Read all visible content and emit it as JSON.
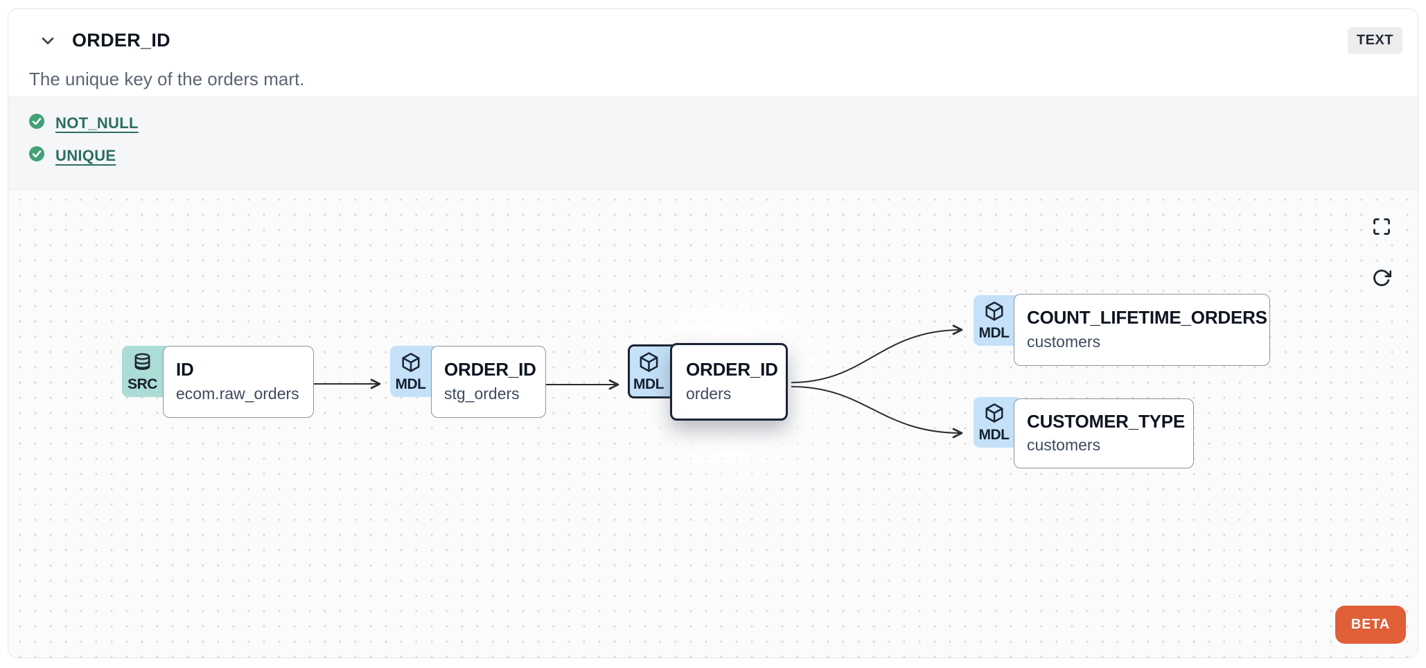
{
  "panel": {
    "title": "ORDER_ID",
    "description": "The unique key of the orders mart.",
    "type_badge": "TEXT"
  },
  "tests": {
    "items": [
      {
        "label": "NOT_NULL",
        "status": "passed"
      },
      {
        "label": "UNIQUE",
        "status": "passed"
      }
    ]
  },
  "lineage": {
    "beta_label": "BETA",
    "controls": [
      {
        "icon": "fullscreen-icon"
      },
      {
        "icon": "refresh-icon"
      }
    ],
    "nodes": [
      {
        "type_label": "SRC",
        "icon": "database-icon",
        "title": "ID",
        "subtitle": "ecom.raw_orders",
        "selected": false
      },
      {
        "type_label": "MDL",
        "icon": "cube-icon",
        "title": "ORDER_ID",
        "subtitle": "stg_orders",
        "selected": false
      },
      {
        "type_label": "MDL",
        "icon": "cube-icon",
        "title": "ORDER_ID",
        "subtitle": "orders",
        "selected": true
      },
      {
        "type_label": "MDL",
        "icon": "cube-icon",
        "title": "COUNT_LIFETIME_ORDERS",
        "subtitle": "customers",
        "selected": false
      },
      {
        "type_label": "MDL",
        "icon": "cube-icon",
        "title": "CUSTOMER_TYPE",
        "subtitle": "customers",
        "selected": false
      }
    ],
    "edges": [
      {
        "from": "ID (ecom.raw_orders)",
        "to": "ORDER_ID (stg_orders)"
      },
      {
        "from": "ORDER_ID (stg_orders)",
        "to": "ORDER_ID (orders)"
      },
      {
        "from": "ORDER_ID (orders)",
        "to": "COUNT_LIFETIME_ORDERS (customers)"
      },
      {
        "from": "ORDER_ID (orders)",
        "to": "CUSTOMER_TYPE (customers)"
      }
    ],
    "colors": {
      "source_badge": "#abdcd5",
      "model_badge": "#c4e1f9",
      "selected_border": "#1b2433",
      "beta": "#e05f37",
      "test_pass_green": "#43a077",
      "test_link_teal": "#2b6e62"
    }
  }
}
